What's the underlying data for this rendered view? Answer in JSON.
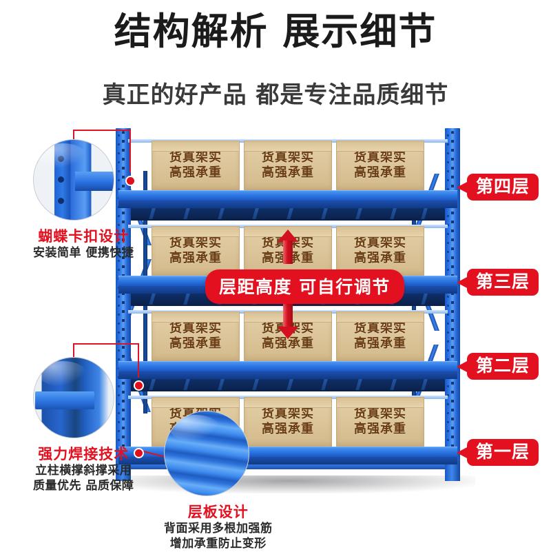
{
  "header": {
    "title": "结构解析 展示细节",
    "subtitle": "真正的好产品 都是专注品质细节"
  },
  "colors": {
    "accent_red": "#e3101f",
    "frame_blue": "#2f78e8",
    "carton_tan": "#dcc59a",
    "carton_text": "#6a3d13",
    "title_dark": "#1b1b1b"
  },
  "banner": {
    "text": "层距高度 可自行调节",
    "arrow_up": "arrow-up-icon",
    "arrow_down": "arrow-down-icon"
  },
  "carton": {
    "line1": "货真架实",
    "line2": "高强承重"
  },
  "levels": [
    {
      "label": "第四层"
    },
    {
      "label": "第三层"
    },
    {
      "label": "第二层"
    },
    {
      "label": "第一层"
    }
  ],
  "callouts": [
    {
      "id": "butterfly-clip",
      "title": "蝴蝶卡扣设计",
      "lines": [
        "安装简单 便携快捷"
      ]
    },
    {
      "id": "strong-weld",
      "title": "强力焊接技术",
      "lines": [
        "立柱横撑斜撑采用",
        "质量优先 品质保障"
      ]
    },
    {
      "id": "shelf-panel",
      "title": "层板设计",
      "lines": [
        "背面采用多根加强筋",
        "增加承重防止变形"
      ]
    }
  ]
}
